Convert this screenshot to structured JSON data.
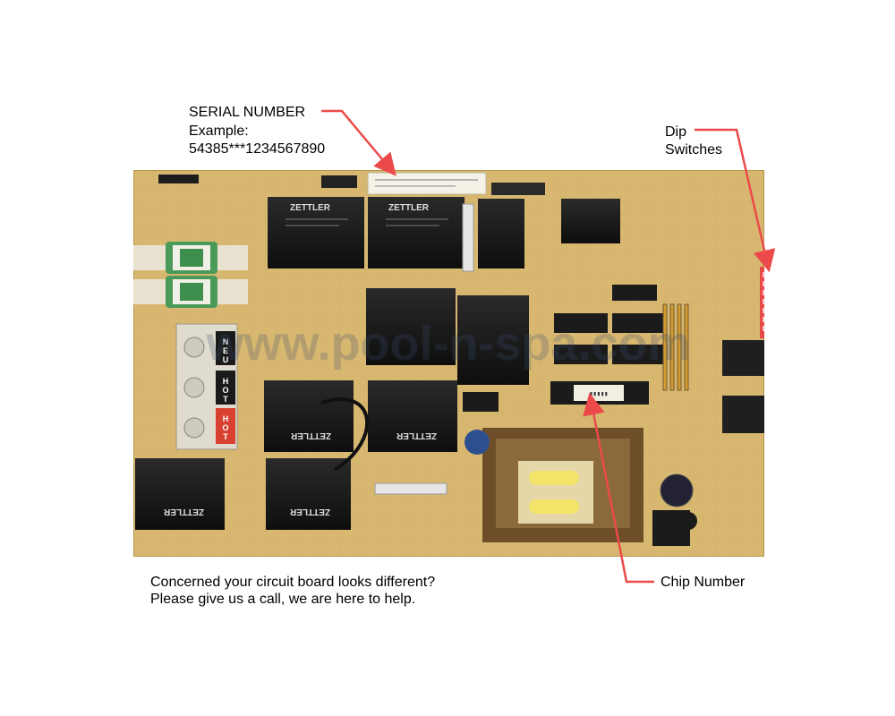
{
  "annotations": {
    "serial": {
      "title": "SERIAL NUMBER",
      "example_label": "Example:",
      "example_value": "54385***1234567890"
    },
    "dip": {
      "line1": "Dip",
      "line2": "Switches"
    },
    "chip": {
      "label": "Chip Number"
    },
    "note": {
      "line1": "Concerned your circuit board looks different?",
      "line2": "Please give us a call, we are here to help."
    }
  },
  "board_markings": {
    "watermark": "www.pool-n-spa.com",
    "relay_brand": "ZETTLER",
    "terminal_labels": [
      "NEU",
      "HOT",
      "HOT"
    ]
  },
  "colors": {
    "board": "#d8b870",
    "arrow": "#ec4a4a",
    "dip_switch": "#e84848",
    "hot_terminal": "#d84030"
  }
}
